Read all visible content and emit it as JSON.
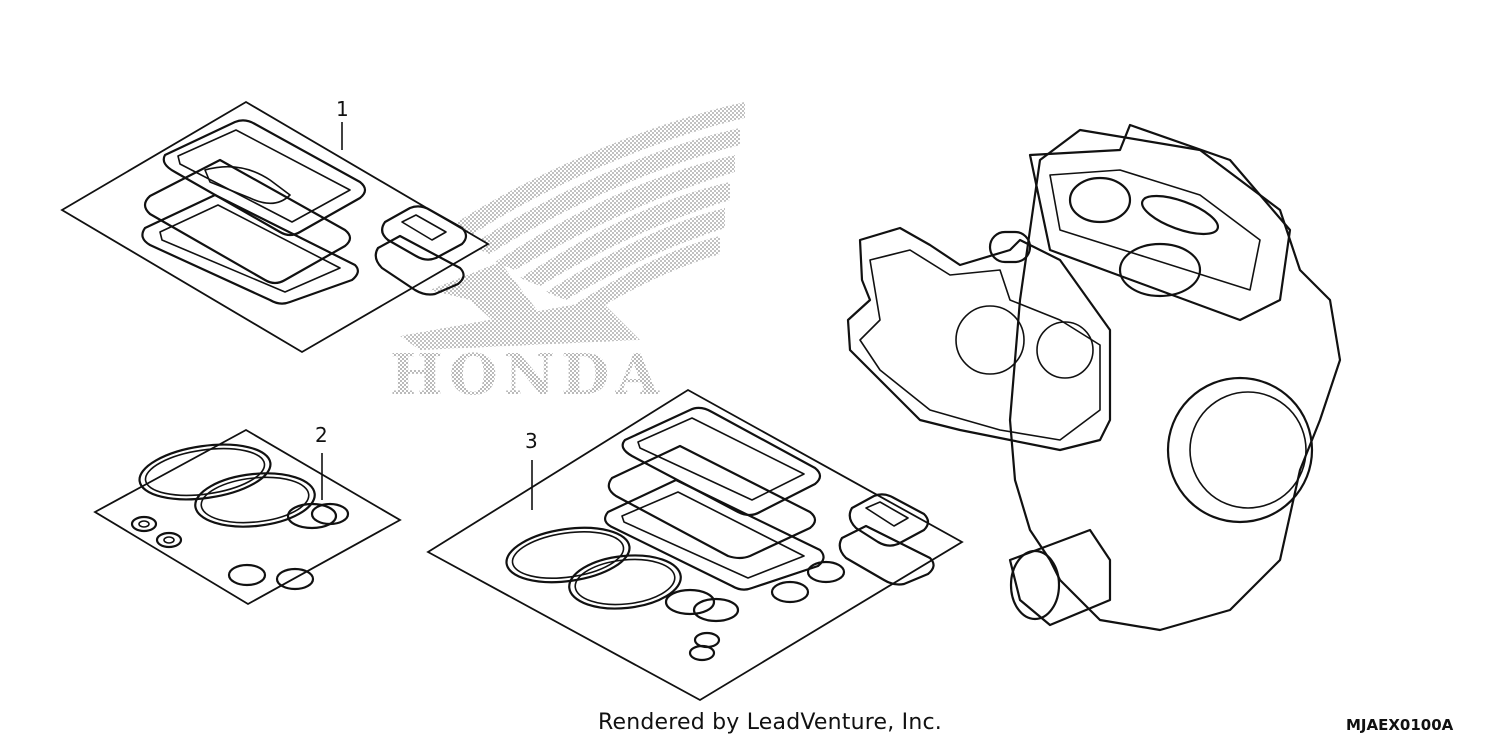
{
  "diagram": {
    "callouts": [
      {
        "id": "1",
        "label": "1"
      },
      {
        "id": "2",
        "label": "2"
      },
      {
        "id": "3",
        "label": "3"
      }
    ],
    "watermark_text": "HONDA",
    "credit": "Rendered by LeadVenture, Inc.",
    "code": "MJAEX0100A"
  },
  "colors": {
    "line": "#111111",
    "watermark": "#9a9a9a",
    "background": "#ffffff"
  },
  "icons": {
    "watermark": "honda-wing-logo"
  }
}
